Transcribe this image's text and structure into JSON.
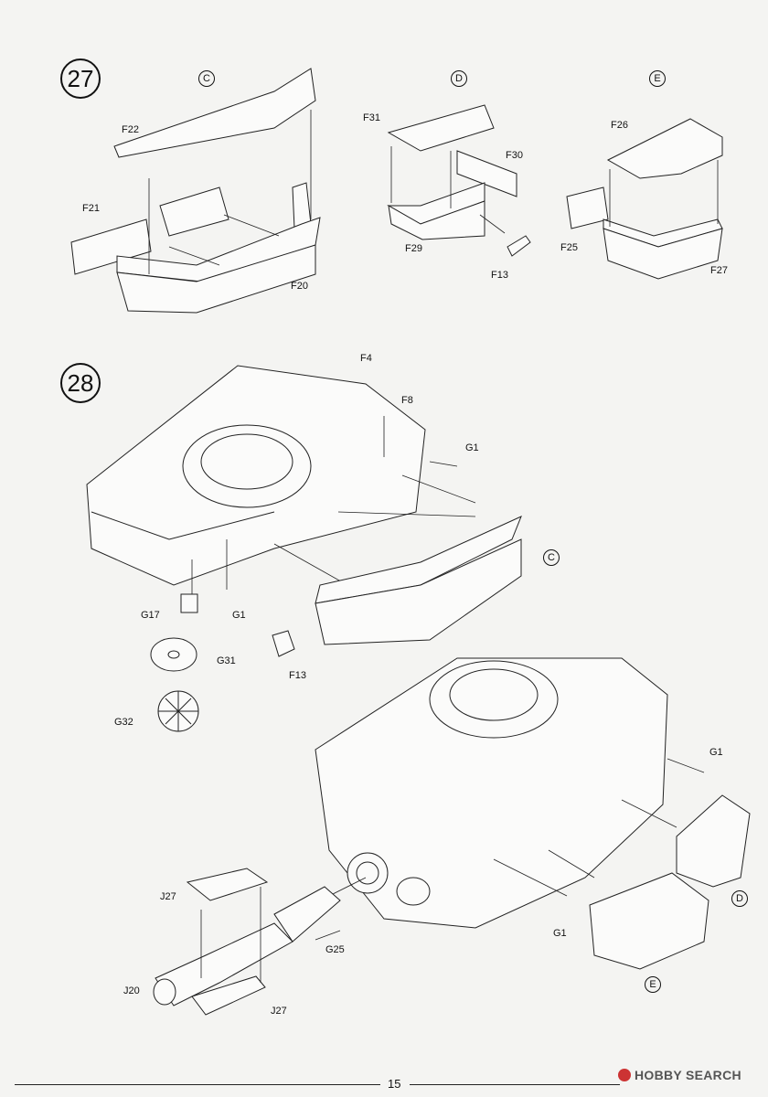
{
  "steps": {
    "s27": "27",
    "s28": "28"
  },
  "variants": {
    "c": "C",
    "d": "D",
    "e": "E"
  },
  "step27": {
    "c": {
      "f22": "F22",
      "f21": "F21",
      "f20": "F20"
    },
    "d": {
      "f31": "F31",
      "f30": "F30",
      "f29": "F29",
      "f13": "F13"
    },
    "e": {
      "f26": "F26",
      "f25": "F25",
      "f27": "F27"
    }
  },
  "step28": {
    "f4": "F4",
    "f8": "F8",
    "g1a": "G1",
    "g1b": "G1",
    "g17": "G17",
    "g31": "G31",
    "g32": "G32",
    "f13": "F13",
    "g1c": "G1",
    "g1d": "G1",
    "j27a": "J27",
    "j27b": "J27",
    "j20": "J20",
    "g25": "G25",
    "variant_c": "C",
    "variant_d": "D",
    "variant_e": "E"
  },
  "footer": {
    "page_number": "15",
    "watermark": "HOBBY SEARCH"
  },
  "colors": {
    "line": "#222222",
    "paper": "#f4f4f2"
  }
}
